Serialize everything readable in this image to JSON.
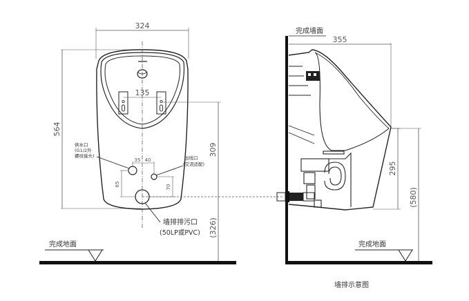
{
  "diagram": {
    "type": "technical-installation-drawing",
    "caption": "墙排示意图",
    "front_view": {
      "dimensions": {
        "width": "324",
        "height": "564",
        "mount_spacing": "135",
        "mount_to_outlet": "309",
        "outlet_to_floor": "(326)",
        "supply_offset_left": "35",
        "supply_offset_right": "40",
        "supply_height": "65",
        "electric_height": "70"
      },
      "labels": {
        "supply_inlet_line1": "供水口",
        "supply_inlet_line2": "(G1/2外",
        "supply_inlet_line3": "螺纹接头)",
        "electric_outlet_line1": "出线口",
        "electric_outlet_line2": "(交流适配)",
        "drain_line1": "墙排排污口",
        "drain_line2": "(50LP或PVC)",
        "floor": "完成地面"
      }
    },
    "side_view": {
      "dimensions": {
        "depth": "355",
        "lip_height": "295",
        "outlet_height": "(580)"
      },
      "labels": {
        "wall": "完成墙面",
        "floor": "完成地面"
      }
    },
    "colors": {
      "line": "#222222",
      "dim_line": "#555555",
      "text": "#333333",
      "background": "#ffffff"
    }
  }
}
